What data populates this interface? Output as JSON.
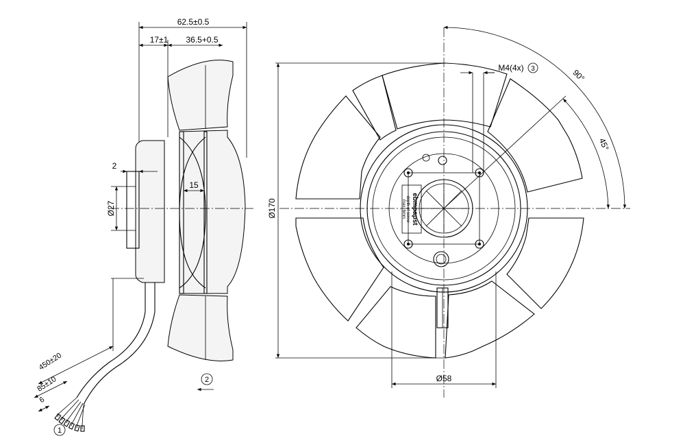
{
  "side_view": {
    "overall_length": "62.5±0.5",
    "hub_offset": "17±1",
    "blade_depth": "36.5+0.5",
    "shaft_step": "2",
    "hub_diameter": "Ø27",
    "inner_width": "15"
  },
  "front_view": {
    "fan_diameter": "Ø170",
    "hub_base_diameter": "Ø58",
    "mount_thread": "M4(4x)",
    "mount_callout": "3",
    "angle_large": "90°",
    "angle_small": "45°",
    "logo_text": "ebmpapst",
    "label_line1": "depth of screw",
    "label_line2": "max. 6mm"
  },
  "cable": {
    "cable_length": "450±20",
    "strip_length": "85±10",
    "wire_end": "6",
    "callout": "1"
  },
  "airflow": {
    "callout": "2"
  }
}
